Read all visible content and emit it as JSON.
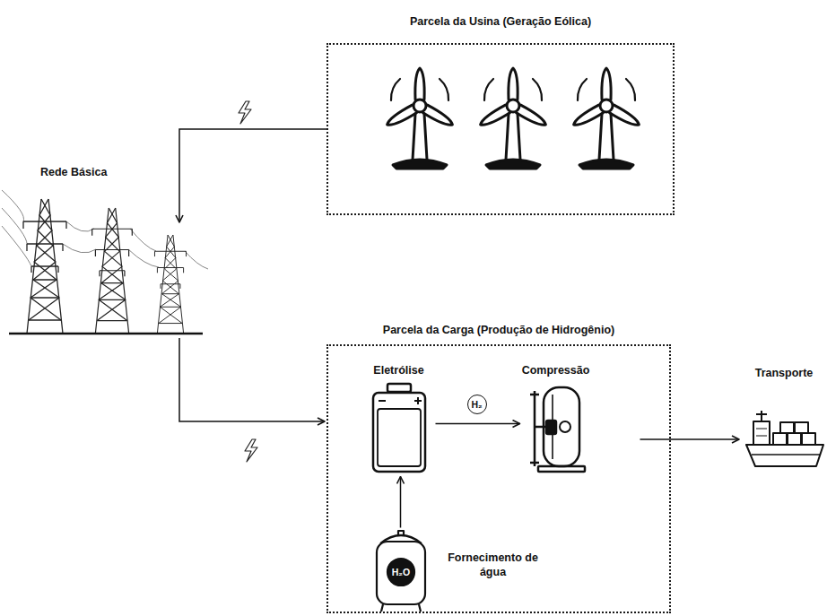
{
  "diagram": {
    "nodes": [
      {
        "text": [
          "Parcela da Usina (Geração Eólica)"
        ]
      },
      {
        "text": [
          "Rede Básica"
        ]
      },
      {
        "text": [
          "Parcela da Carga (Produção de Hidrogênio)"
        ]
      },
      {
        "text": [
          "Eletrólise"
        ],
        "in": 2
      },
      {
        "text": [
          "Compressão"
        ],
        "in": 2
      },
      {
        "text": [
          "Fornecimento de água"
        ],
        "in": 2
      },
      {
        "text": [
          "Transporte"
        ]
      }
    ],
    "edges": [
      {
        "from": 0,
        "to": 1,
        "arrow": "to"
      },
      {
        "from": 1,
        "to": 2,
        "arrow": "to"
      },
      {
        "from": 5,
        "to": 3,
        "arrow": "to"
      },
      {
        "from": 3,
        "to": 4,
        "arrow": "to",
        "label": "H₂"
      },
      {
        "from": 4,
        "to": 6,
        "arrow": "to"
      }
    ],
    "labels": [
      "H₂O"
    ]
  }
}
